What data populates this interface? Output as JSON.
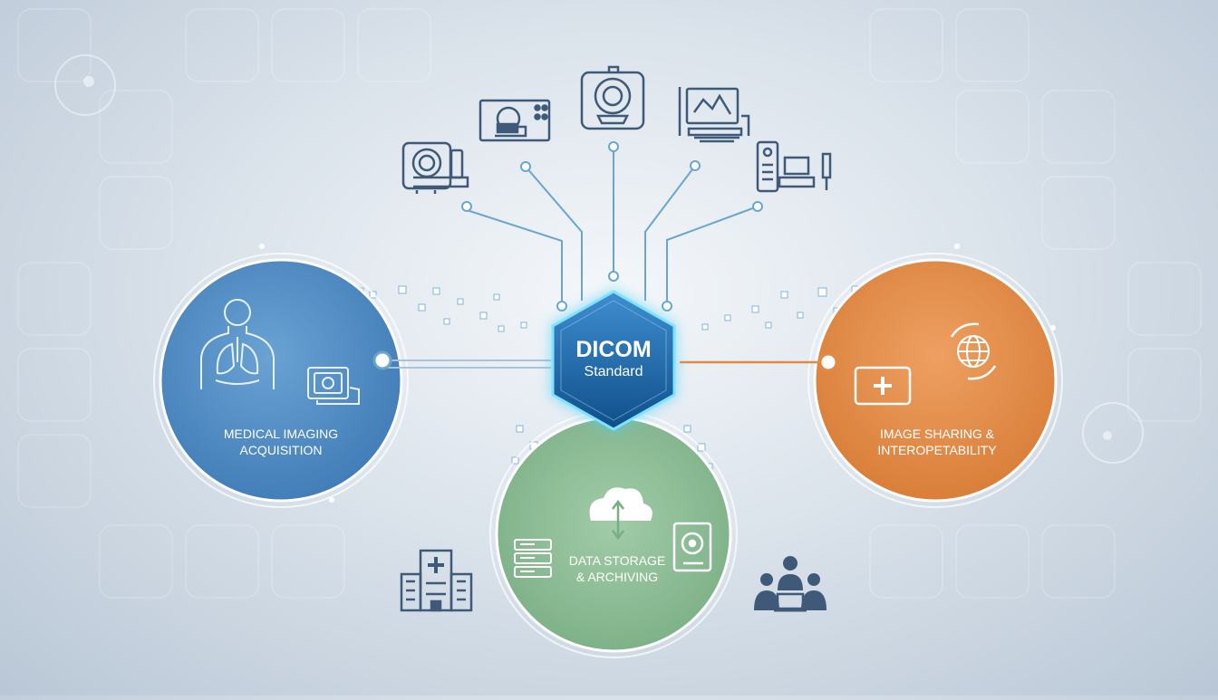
{
  "hub": {
    "title": "DICOM",
    "subtitle": "Standard"
  },
  "nodes": {
    "acquisition": {
      "line1": "MEDICAL IMAGING",
      "line2": "ACQUISITION",
      "color": "#4a86bf"
    },
    "storage": {
      "line1": "DATA STORAGE",
      "line2": "& ARCHIVING",
      "color": "#86b88f"
    },
    "sharing": {
      "line1": "IMAGE SHARING &",
      "line2": "INTEROPETABILITY",
      "color": "#e08a45"
    }
  },
  "colors": {
    "icon": "#3f5a78",
    "hub_dark": "#1a5f9a",
    "hub_glow": "#4fd0f5",
    "connector": "#6aa6cc"
  },
  "icons": {
    "modalities": [
      "ct-scanner-icon",
      "xray-machine-icon",
      "mri-scanner-icon",
      "ultrasound-monitor-icon",
      "workstation-icon"
    ],
    "acquisition": [
      "body-lungs-icon",
      "image-card-icon"
    ],
    "storage": [
      "cloud-sync-icon",
      "server-rack-icon",
      "hard-drive-icon"
    ],
    "sharing": [
      "medical-tablet-icon",
      "globe-sync-icon"
    ],
    "bottom": [
      "hospital-icon",
      "team-icon"
    ]
  }
}
